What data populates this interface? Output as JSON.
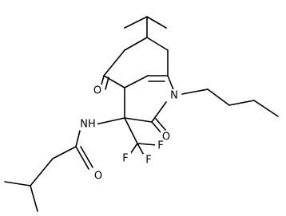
{
  "atoms": [
    {
      "id": "O1",
      "label": "O"
    },
    {
      "id": "N1",
      "label": "N"
    },
    {
      "id": "N2",
      "label": "NH"
    },
    {
      "id": "O2",
      "label": "O"
    },
    {
      "id": "F1",
      "label": "F"
    },
    {
      "id": "F2",
      "label": "F"
    },
    {
      "id": "F3",
      "label": "F"
    },
    {
      "id": "O3",
      "label": "O"
    }
  ],
  "colors": {
    "bond": "#000000",
    "background": "#ffffff"
  }
}
